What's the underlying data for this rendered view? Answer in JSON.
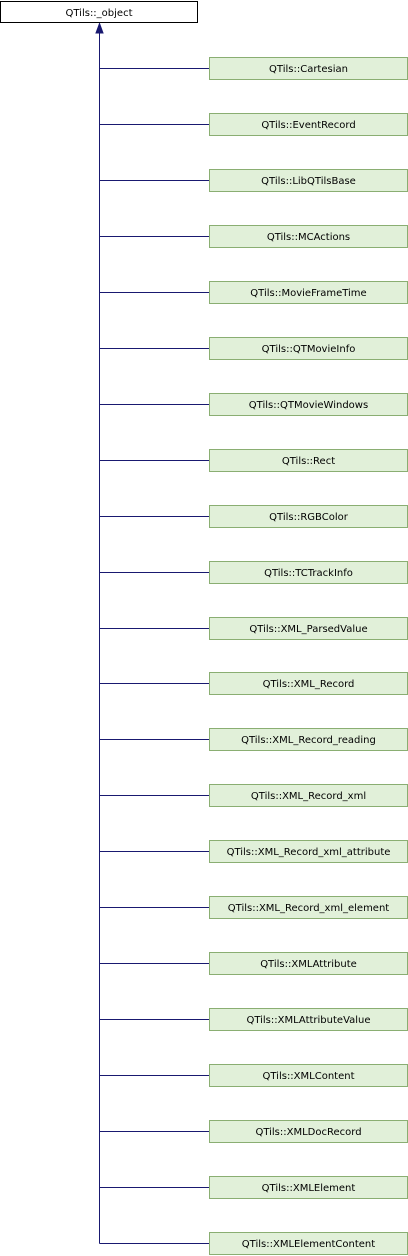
{
  "base_class": {
    "label": "QTils::_object"
  },
  "derived_classes": [
    {
      "label": "QTils::Cartesian"
    },
    {
      "label": "QTils::EventRecord"
    },
    {
      "label": "QTils::LibQTilsBase"
    },
    {
      "label": "QTils::MCActions"
    },
    {
      "label": "QTils::MovieFrameTime"
    },
    {
      "label": "QTils::QTMovieInfo"
    },
    {
      "label": "QTils::QTMovieWindows"
    },
    {
      "label": "QTils::Rect"
    },
    {
      "label": "QTils::RGBColor"
    },
    {
      "label": "QTils::TCTrackInfo"
    },
    {
      "label": "QTils::XML_ParsedValue"
    },
    {
      "label": "QTils::XML_Record"
    },
    {
      "label": "QTils::XML_Record_reading"
    },
    {
      "label": "QTils::XML_Record_xml"
    },
    {
      "label": "QTils::XML_Record_xml_attribute"
    },
    {
      "label": "QTils::XML_Record_xml_element"
    },
    {
      "label": "QTils::XMLAttribute"
    },
    {
      "label": "QTils::XMLAttributeValue"
    },
    {
      "label": "QTils::XMLContent"
    },
    {
      "label": "QTils::XMLDocRecord"
    },
    {
      "label": "QTils::XMLElement"
    },
    {
      "label": "QTils::XMLElementContent"
    }
  ],
  "colors": {
    "base_fill": "#ffffff",
    "derived_fill": "#e1f0d9",
    "derived_stroke": "#8aae72",
    "base_stroke": "#000000",
    "edge": "#191970"
  }
}
